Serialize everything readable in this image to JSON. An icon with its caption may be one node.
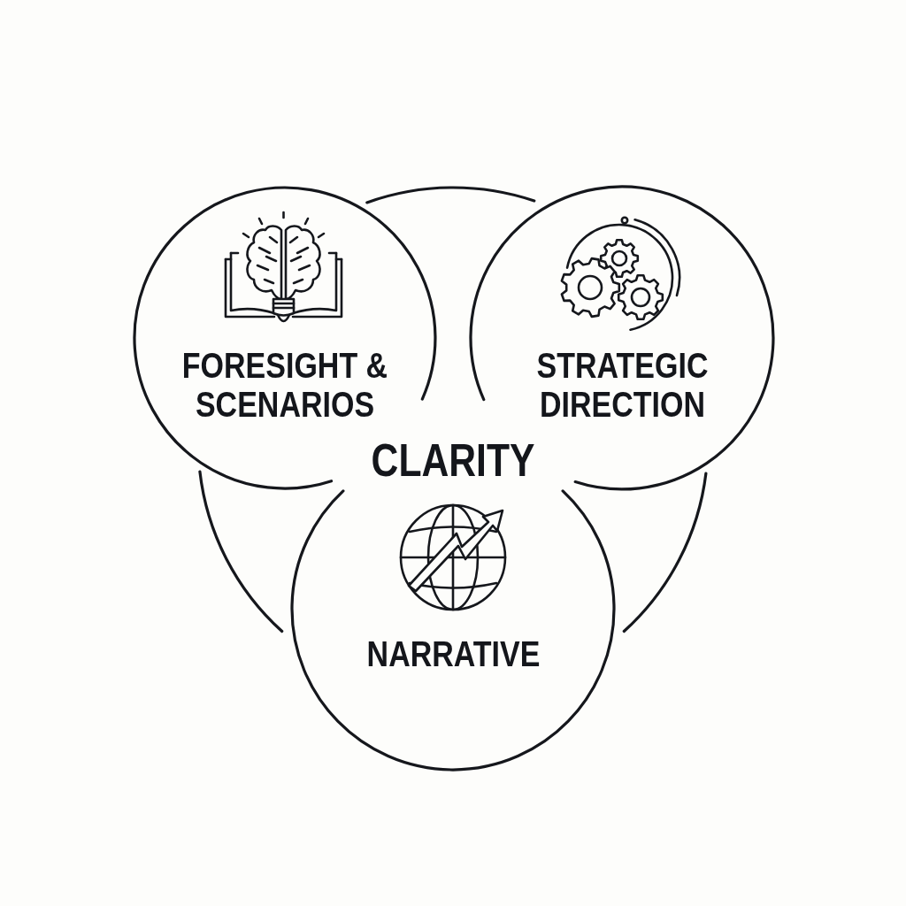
{
  "diagram": {
    "nodes": [
      {
        "text": [
          "FORESIGHT & SCENARIOS"
        ]
      },
      {
        "text": [
          "STRATEGIC DIRECTION"
        ]
      },
      {
        "text": [
          "NARRATIVE"
        ]
      }
    ],
    "edges": [
      {
        "from": 0,
        "to": 1,
        "arrow": "none"
      },
      {
        "from": 0,
        "to": 2,
        "arrow": "none"
      },
      {
        "from": 1,
        "to": 2,
        "arrow": "none"
      }
    ],
    "labels": [
      "CLARITY"
    ]
  }
}
